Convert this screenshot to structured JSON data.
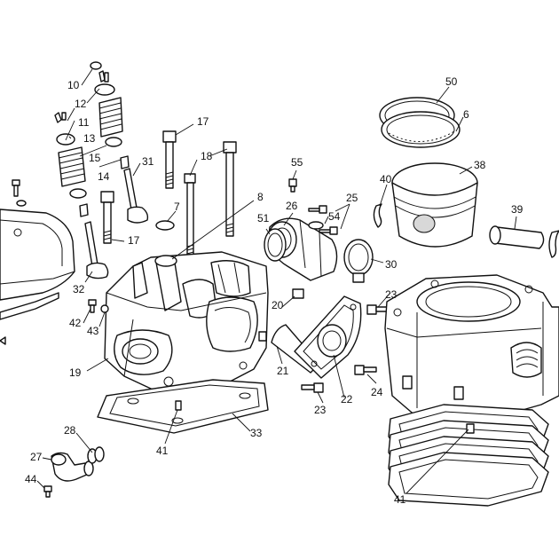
{
  "callouts": [
    {
      "id": "c10",
      "text": "10"
    },
    {
      "id": "c12",
      "text": "12"
    },
    {
      "id": "c11",
      "text": "11"
    },
    {
      "id": "c13",
      "text": "13"
    },
    {
      "id": "c15",
      "text": "15"
    },
    {
      "id": "c14",
      "text": "14"
    },
    {
      "id": "c31",
      "text": "31"
    },
    {
      "id": "c17a",
      "text": "17"
    },
    {
      "id": "c18",
      "text": "18"
    },
    {
      "id": "c17b",
      "text": "17"
    },
    {
      "id": "c7",
      "text": "7"
    },
    {
      "id": "c8",
      "text": "8"
    },
    {
      "id": "c32",
      "text": "32"
    },
    {
      "id": "c42",
      "text": "42"
    },
    {
      "id": "c43",
      "text": "43"
    },
    {
      "id": "c19",
      "text": "19"
    },
    {
      "id": "c28",
      "text": "28"
    },
    {
      "id": "c27",
      "text": "27"
    },
    {
      "id": "c44",
      "text": "44"
    },
    {
      "id": "c41a",
      "text": "41"
    },
    {
      "id": "c33",
      "text": "33"
    },
    {
      "id": "c55",
      "text": "55"
    },
    {
      "id": "c26",
      "text": "26"
    },
    {
      "id": "c51",
      "text": "51"
    },
    {
      "id": "c25",
      "text": "25"
    },
    {
      "id": "c54",
      "text": "54"
    },
    {
      "id": "c30",
      "text": "30"
    },
    {
      "id": "c20",
      "text": "20"
    },
    {
      "id": "c21",
      "text": "21"
    },
    {
      "id": "c22",
      "text": "22"
    },
    {
      "id": "c23a",
      "text": "23"
    },
    {
      "id": "c23b",
      "text": "23"
    },
    {
      "id": "c24",
      "text": "24"
    },
    {
      "id": "c50",
      "text": "50"
    },
    {
      "id": "c6",
      "text": "6"
    },
    {
      "id": "c38",
      "text": "38"
    },
    {
      "id": "c40",
      "text": "40"
    },
    {
      "id": "c39",
      "text": "39"
    },
    {
      "id": "c41b",
      "text": "41"
    }
  ]
}
